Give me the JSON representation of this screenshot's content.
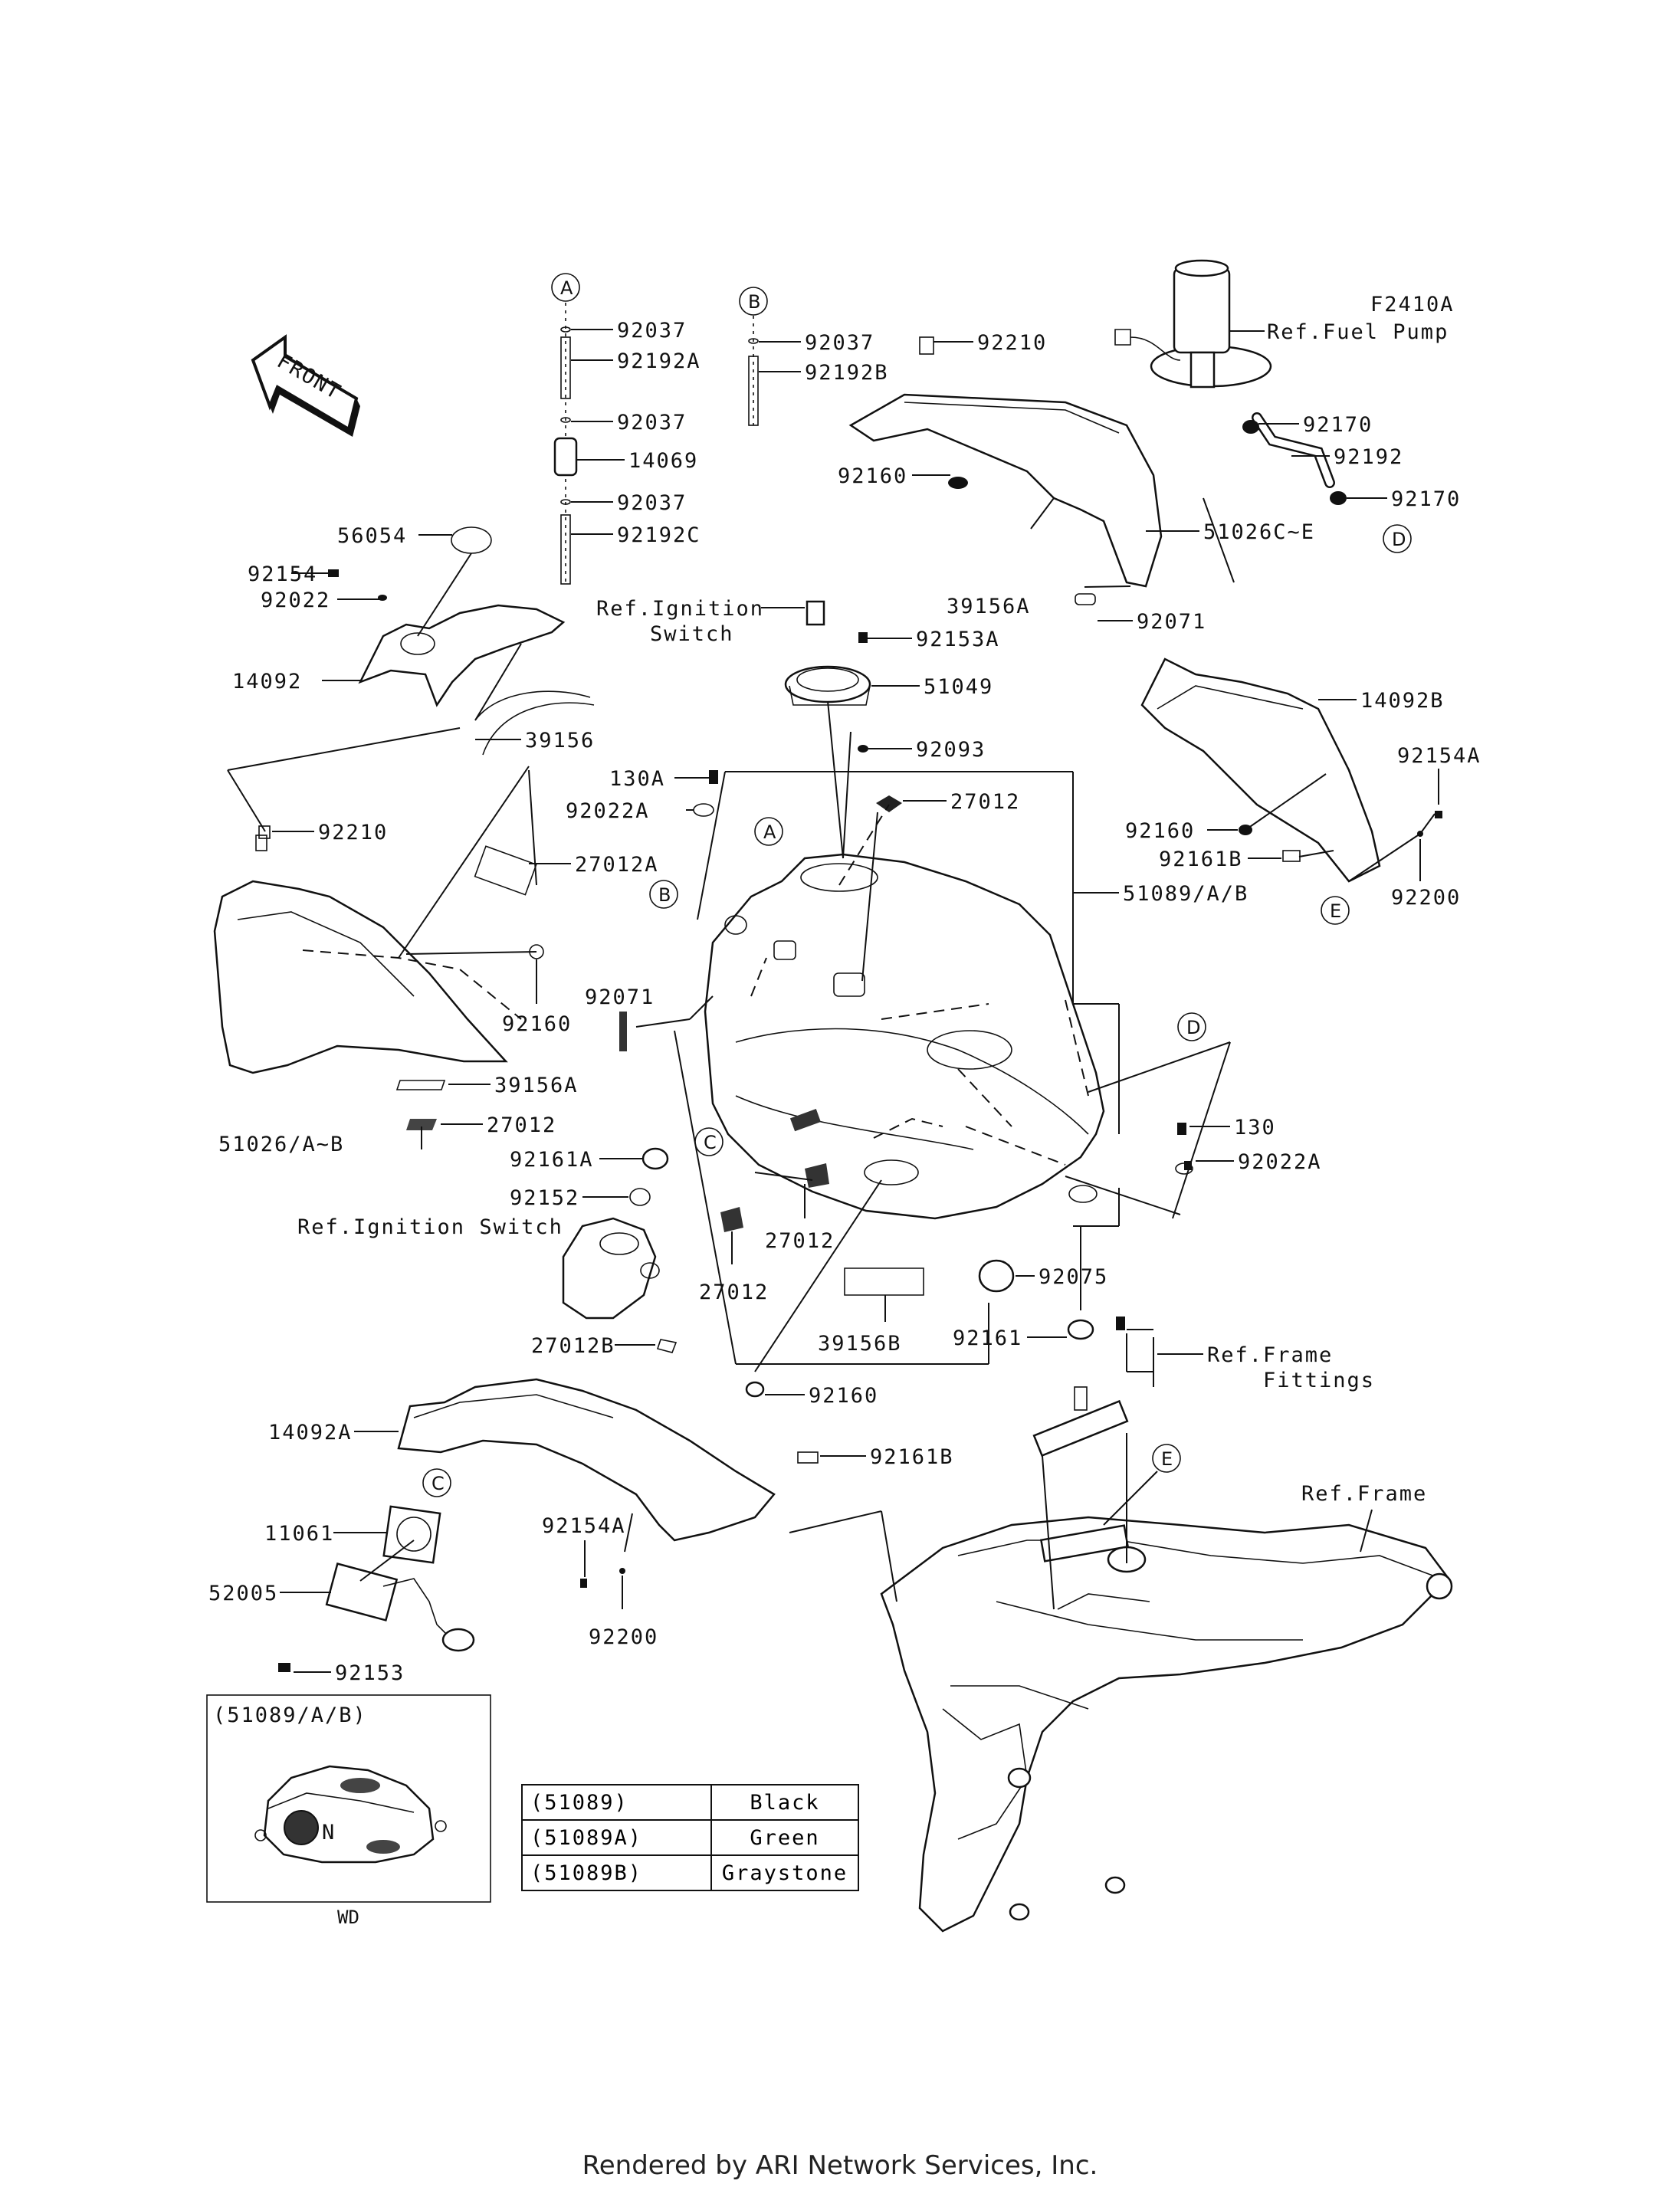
{
  "ref_labels": {
    "fuel_pump_code": "F2410A",
    "fuel_pump": "Ref.Fuel Pump",
    "ignition_switch_top_1": "Ref.Ignition",
    "ignition_switch_top_2": "Switch",
    "ignition_switch_side": "Ref.Ignition Switch",
    "frame_fittings_1": "Ref.Frame",
    "frame_fittings_2": "Fittings",
    "frame": "Ref.Frame"
  },
  "front_badge": "FRONT",
  "circle_markers": [
    "A",
    "B",
    "C",
    "D",
    "E"
  ],
  "part_numbers": {
    "p92037_a1": "92037",
    "p92192A": "92192A",
    "p92037_a2": "92037",
    "p14069": "14069",
    "p92037_a3": "92037",
    "p92192C": "92192C",
    "p92037_b": "92037",
    "p92192B": "92192B",
    "p92210_top": "92210",
    "p92160_top": "92160",
    "p51026CE": "51026C~E",
    "p92170_1": "92170",
    "p92192": "92192",
    "p92170_2": "92170",
    "p39156A_top": "39156A",
    "p92071_top": "92071",
    "p92153A": "92153A",
    "p51049": "51049",
    "p92093": "92093",
    "p56054": "56054",
    "p92154": "92154",
    "p92022": "92022",
    "p14092": "14092",
    "p39156": "39156",
    "p130A": "130A",
    "p92022A_top": "92022A",
    "p27012_top": "27012",
    "p51089AB": "51089/A/B",
    "p14092B": "14092B",
    "p92154A_right": "92154A",
    "p92160_right": "92160",
    "p92161B_right": "92161B",
    "p92200_right": "92200",
    "p92210_left": "92210",
    "p27012A": "27012A",
    "p92160_left": "92160",
    "p92071_left": "92071",
    "p39156A_left": "39156A",
    "p27012_left": "27012",
    "p51026AB": "51026/A~B",
    "p92161A": "92161A",
    "p92152": "92152",
    "p130": "130",
    "p92022A_right": "92022A",
    "p27012_mid1": "27012",
    "p27012_mid2": "27012",
    "p92075": "92075",
    "p39156B": "39156B",
    "p92161": "92161",
    "p27012B": "27012B",
    "p92160_bottom": "92160",
    "p14092A": "14092A",
    "p92161B_bottom": "92161B",
    "p11061": "11061",
    "p52005": "52005",
    "p92153": "92153",
    "p92154A_bottom": "92154A",
    "p92200_bottom": "92200"
  },
  "inset": {
    "title": "(51089/A/B)",
    "caption": "WD"
  },
  "color_table": [
    {
      "code": "(51089)",
      "color": "Black"
    },
    {
      "code": "(51089A)",
      "color": "Green"
    },
    {
      "code": "(51089B)",
      "color": "Graystone"
    }
  ],
  "footer": "Rendered by ARI Network Services, Inc."
}
